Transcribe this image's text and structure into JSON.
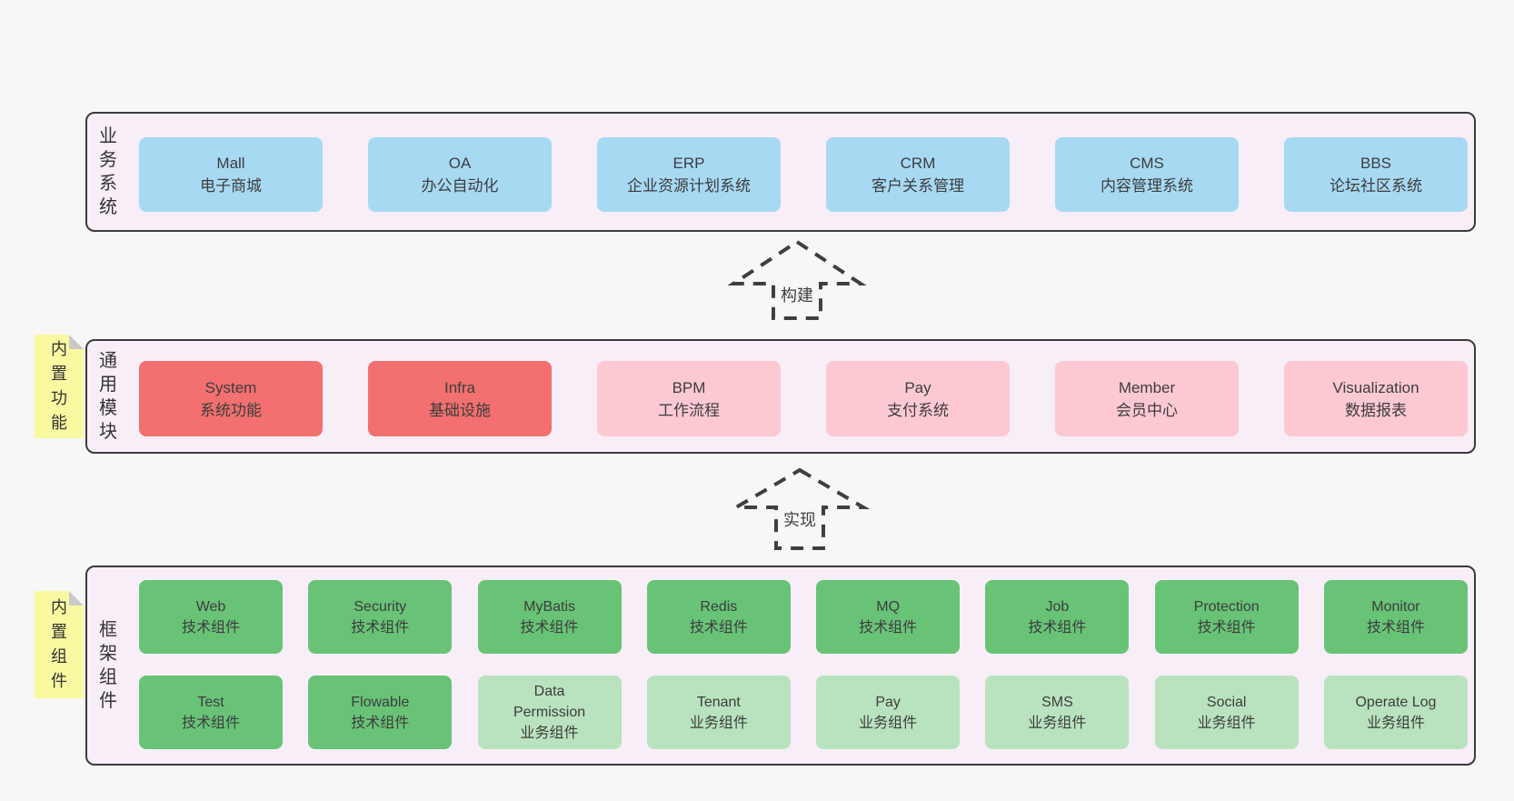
{
  "colors": {
    "background": "#f7f7f7",
    "band_bg": "#f8eef7",
    "band_border": "#3b3b3b",
    "blue": "#a7d9f3",
    "red": "#f2706f",
    "pink": "#fcc9d3",
    "green": "#68c377",
    "light_green": "#b9e3be",
    "sticky_yellow": "#f9f9a1",
    "sticky_fold": "#c9c9c9",
    "text": "#3d3d3d",
    "label_text": "#333333",
    "arrow": "#3f3f3f"
  },
  "bands": [
    {
      "label": "业务系统",
      "sticky": "",
      "rows": [
        [
          {
            "name": "Mall",
            "subtitle": "电子商城",
            "variant": "blue"
          },
          {
            "name": "OA",
            "subtitle": "办公自动化",
            "variant": "blue"
          },
          {
            "name": "ERP",
            "subtitle": "企业资源计划系统",
            "variant": "blue"
          },
          {
            "name": "CRM",
            "subtitle": "客户关系管理",
            "variant": "blue"
          },
          {
            "name": "CMS",
            "subtitle": "内容管理系统",
            "variant": "blue"
          },
          {
            "name": "BBS",
            "subtitle": "论坛社区系统",
            "variant": "blue"
          }
        ]
      ]
    },
    {
      "label": "通用模块",
      "sticky": "内置功能",
      "rows": [
        [
          {
            "name": "System",
            "subtitle": "系统功能",
            "variant": "red"
          },
          {
            "name": "Infra",
            "subtitle": "基础设施",
            "variant": "red"
          },
          {
            "name": "BPM",
            "subtitle": "工作流程",
            "variant": "pink"
          },
          {
            "name": "Pay",
            "subtitle": "支付系统",
            "variant": "pink"
          },
          {
            "name": "Member",
            "subtitle": "会员中心",
            "variant": "pink"
          },
          {
            "name": "Visualization",
            "subtitle": "数据报表",
            "variant": "pink"
          }
        ]
      ]
    },
    {
      "label": "框架组件",
      "sticky": "内置组件",
      "rows": [
        [
          {
            "name": "Web",
            "subtitle": "技术组件",
            "variant": "green"
          },
          {
            "name": "Security",
            "subtitle": "技术组件",
            "variant": "green"
          },
          {
            "name": "MyBatis",
            "subtitle": "技术组件",
            "variant": "green"
          },
          {
            "name": "Redis",
            "subtitle": "技术组件",
            "variant": "green"
          },
          {
            "name": "MQ",
            "subtitle": "技术组件",
            "variant": "green"
          },
          {
            "name": "Job",
            "subtitle": "技术组件",
            "variant": "green"
          },
          {
            "name": "Protection",
            "subtitle": "技术组件",
            "variant": "green"
          },
          {
            "name": "Monitor",
            "subtitle": "技术组件",
            "variant": "green"
          }
        ],
        [
          {
            "name": "Test",
            "subtitle": "技术组件",
            "variant": "green"
          },
          {
            "name": "Flowable",
            "subtitle": "技术组件",
            "variant": "green"
          },
          {
            "name": "Data\nPermission",
            "subtitle": "业务组件",
            "variant": "light_green"
          },
          {
            "name": "Tenant",
            "subtitle": "业务组件",
            "variant": "light_green"
          },
          {
            "name": "Pay",
            "subtitle": "业务组件",
            "variant": "light_green"
          },
          {
            "name": "SMS",
            "subtitle": "业务组件",
            "variant": "light_green"
          },
          {
            "name": "Social",
            "subtitle": "业务组件",
            "variant": "light_green"
          },
          {
            "name": "Operate Log",
            "subtitle": "业务组件",
            "variant": "light_green"
          }
        ]
      ]
    }
  ],
  "arrows": [
    {
      "label": "构建"
    },
    {
      "label": "实现"
    }
  ]
}
